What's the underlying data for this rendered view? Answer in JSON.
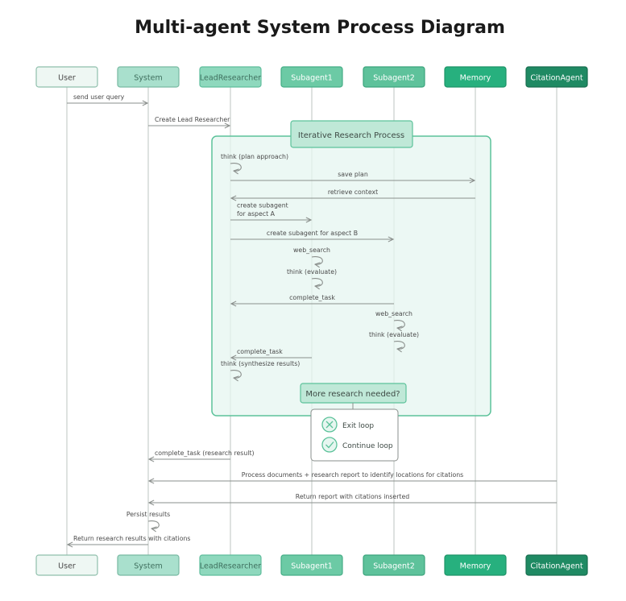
{
  "title": "Multi-agent System Process Diagram",
  "participants": [
    {
      "id": "user",
      "label": "User",
      "fill": "#eef7f3",
      "stroke": "#8fbfac",
      "text": "#4a4a4a"
    },
    {
      "id": "system",
      "label": "System",
      "fill": "#a9e0cd",
      "stroke": "#78b9a2",
      "text": "#3f6f5e"
    },
    {
      "id": "lead",
      "label": "LeadResearcher",
      "fill": "#8ed8bd",
      "stroke": "#5fbd9c",
      "text": "#3f6f5e"
    },
    {
      "id": "sub1",
      "label": "Subagent1",
      "fill": "#6ccaa5",
      "stroke": "#45ad86",
      "text": "#ffffff"
    },
    {
      "id": "sub2",
      "label": "Subagent2",
      "fill": "#5ec29b",
      "stroke": "#3ba47c",
      "text": "#ffffff"
    },
    {
      "id": "memory",
      "label": "Memory",
      "fill": "#27b07e",
      "stroke": "#1e9468",
      "text": "#ffffff"
    },
    {
      "id": "citation",
      "label": "CitationAgent",
      "fill": "#1f8a63",
      "stroke": "#186e4f",
      "text": "#ffffff"
    }
  ],
  "loop_box": {
    "label": "Iterative Research Process"
  },
  "decision": {
    "label": "More research needed?"
  },
  "options": [
    {
      "icon": "x-circle-icon",
      "label": "Exit loop"
    },
    {
      "icon": "check-circle-icon",
      "label": "Continue loop"
    }
  ],
  "messages": [
    {
      "type": "arrow",
      "from": "user",
      "to": "system",
      "label": "send user query"
    },
    {
      "type": "arrow",
      "from": "system",
      "to": "lead",
      "label": "Create Lead Researcher"
    },
    {
      "type": "self",
      "at": "lead",
      "label": "think (plan approach)"
    },
    {
      "type": "arrow",
      "from": "lead",
      "to": "memory",
      "label": "save plan"
    },
    {
      "type": "arrow",
      "from": "memory",
      "to": "lead",
      "label": "retrieve context"
    },
    {
      "type": "arrow",
      "from": "lead",
      "to": "sub1",
      "label": "create subagent\nfor aspect A"
    },
    {
      "type": "arrow",
      "from": "lead",
      "to": "sub2",
      "label": "create subagent for aspect B"
    },
    {
      "type": "self",
      "at": "sub1",
      "label": "web_search"
    },
    {
      "type": "self",
      "at": "sub1",
      "label": "think (evaluate)"
    },
    {
      "type": "arrow",
      "from": "sub2",
      "to": "lead",
      "label": "complete_task"
    },
    {
      "type": "self",
      "at": "sub2",
      "label": "web_search"
    },
    {
      "type": "self",
      "at": "sub2",
      "label": "think (evaluate)"
    },
    {
      "type": "arrow",
      "from": "sub1",
      "to": "lead",
      "label": "complete_task"
    },
    {
      "type": "self",
      "at": "lead",
      "label": "think (synthesize results)"
    },
    {
      "type": "arrow",
      "from": "lead",
      "to": "system",
      "label": "complete_task (research result)"
    },
    {
      "type": "arrow",
      "from": "citation",
      "to": "system",
      "label": "Process documents + research report to identify locations for citations"
    },
    {
      "type": "arrow",
      "from": "citation",
      "to": "system",
      "label": "Return report with citations inserted"
    },
    {
      "type": "self",
      "at": "system",
      "label": "Persist results"
    },
    {
      "type": "arrow",
      "from": "system",
      "to": "user",
      "label": "Return research results with citations"
    }
  ],
  "colors": {
    "line": "#c9cfcc",
    "arrow": "#8a8f8c",
    "loop_fill": "#e6f6f0",
    "loop_stroke": "#5cc29a",
    "text": "#4a4a4a"
  }
}
